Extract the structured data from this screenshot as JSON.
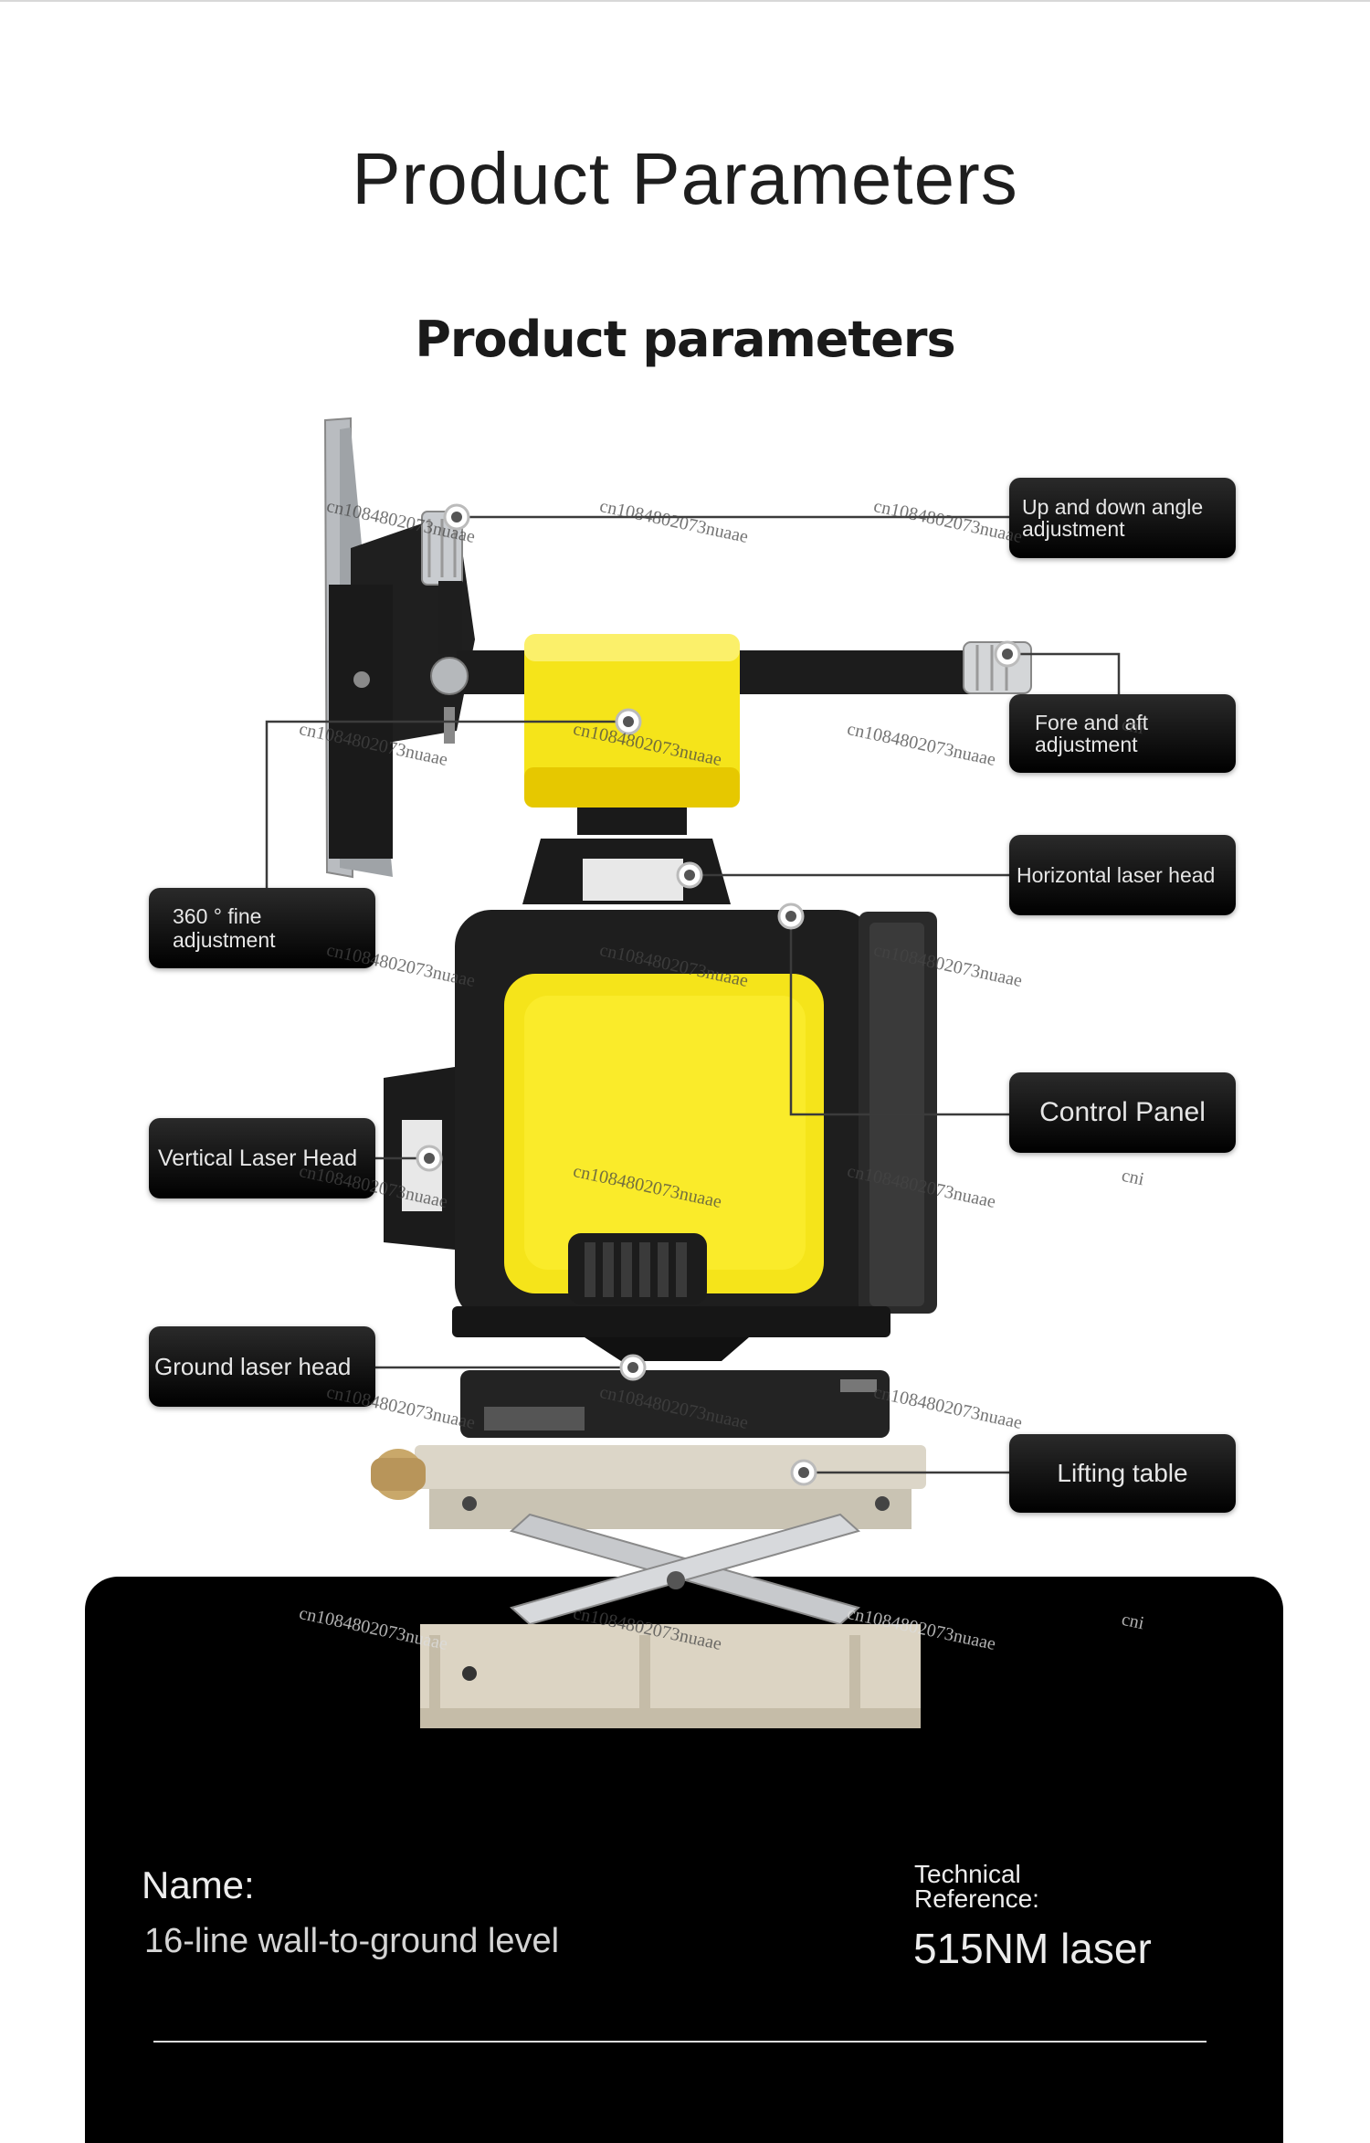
{
  "header": {
    "title": "Product Parameters",
    "subtitle": "Product parameters"
  },
  "callouts": {
    "up_down_angle": "Up and down angle adjustment",
    "fore_aft": "Fore and aft adjustment",
    "horizontal_head": "Horizontal laser head",
    "fine_adjust": "360 ° fine adjustment",
    "control_panel": "Control Panel",
    "vertical_head": "Vertical Laser Head",
    "ground_head": "Ground laser head",
    "lifting_table": "Lifting table"
  },
  "watermark": "cn1084802073nuaae",
  "watermark_short": "cni",
  "specs": {
    "name_label": "Name:",
    "name_value": "16-line wall-to-ground level",
    "tech_label": "Technical Reference:",
    "tech_value": "515NM laser"
  },
  "colors": {
    "accent_yellow": "#f5e41a",
    "body_black": "#1d1d1d",
    "panel_black": "#000000"
  }
}
